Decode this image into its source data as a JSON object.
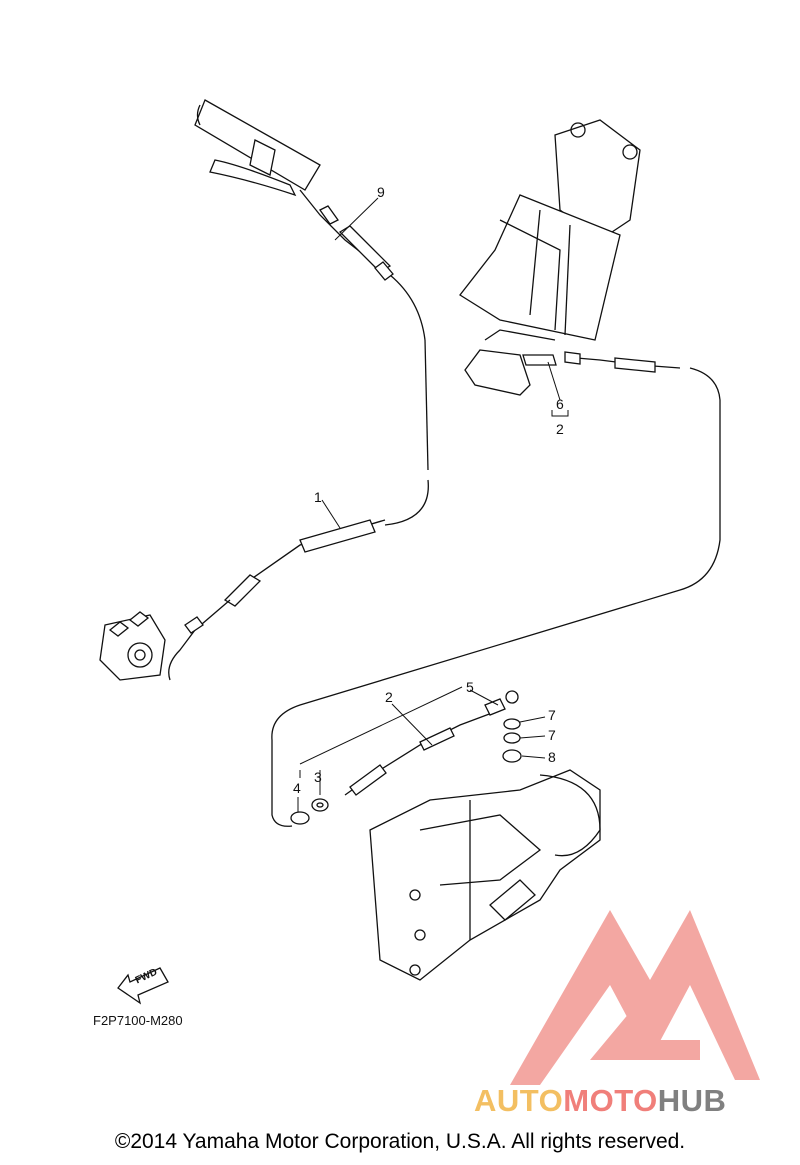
{
  "diagram": {
    "code": "F2P7100-M280",
    "fwd_label": "FWD",
    "copyright": "©2014 Yamaha Motor Corporation, U.S.A. All rights reserved.",
    "callouts": [
      {
        "id": "c9",
        "text": "9"
      },
      {
        "id": "c1",
        "text": "1"
      },
      {
        "id": "c6",
        "text": "6"
      },
      {
        "id": "c2a",
        "text": "2"
      },
      {
        "id": "c5",
        "text": "5"
      },
      {
        "id": "c2b",
        "text": "2"
      },
      {
        "id": "c3",
        "text": "3"
      },
      {
        "id": "c4",
        "text": "4"
      },
      {
        "id": "c7a",
        "text": "7"
      },
      {
        "id": "c7b",
        "text": "7"
      },
      {
        "id": "c8",
        "text": "8"
      }
    ]
  },
  "watermark": {
    "part1": "AUTO",
    "part2": "MOTO",
    "part3": "HUB",
    "colors": {
      "auto": "#f3bf62",
      "moto": "#f07f7a",
      "hub": "#808080",
      "triangle": "#f08a84"
    }
  }
}
